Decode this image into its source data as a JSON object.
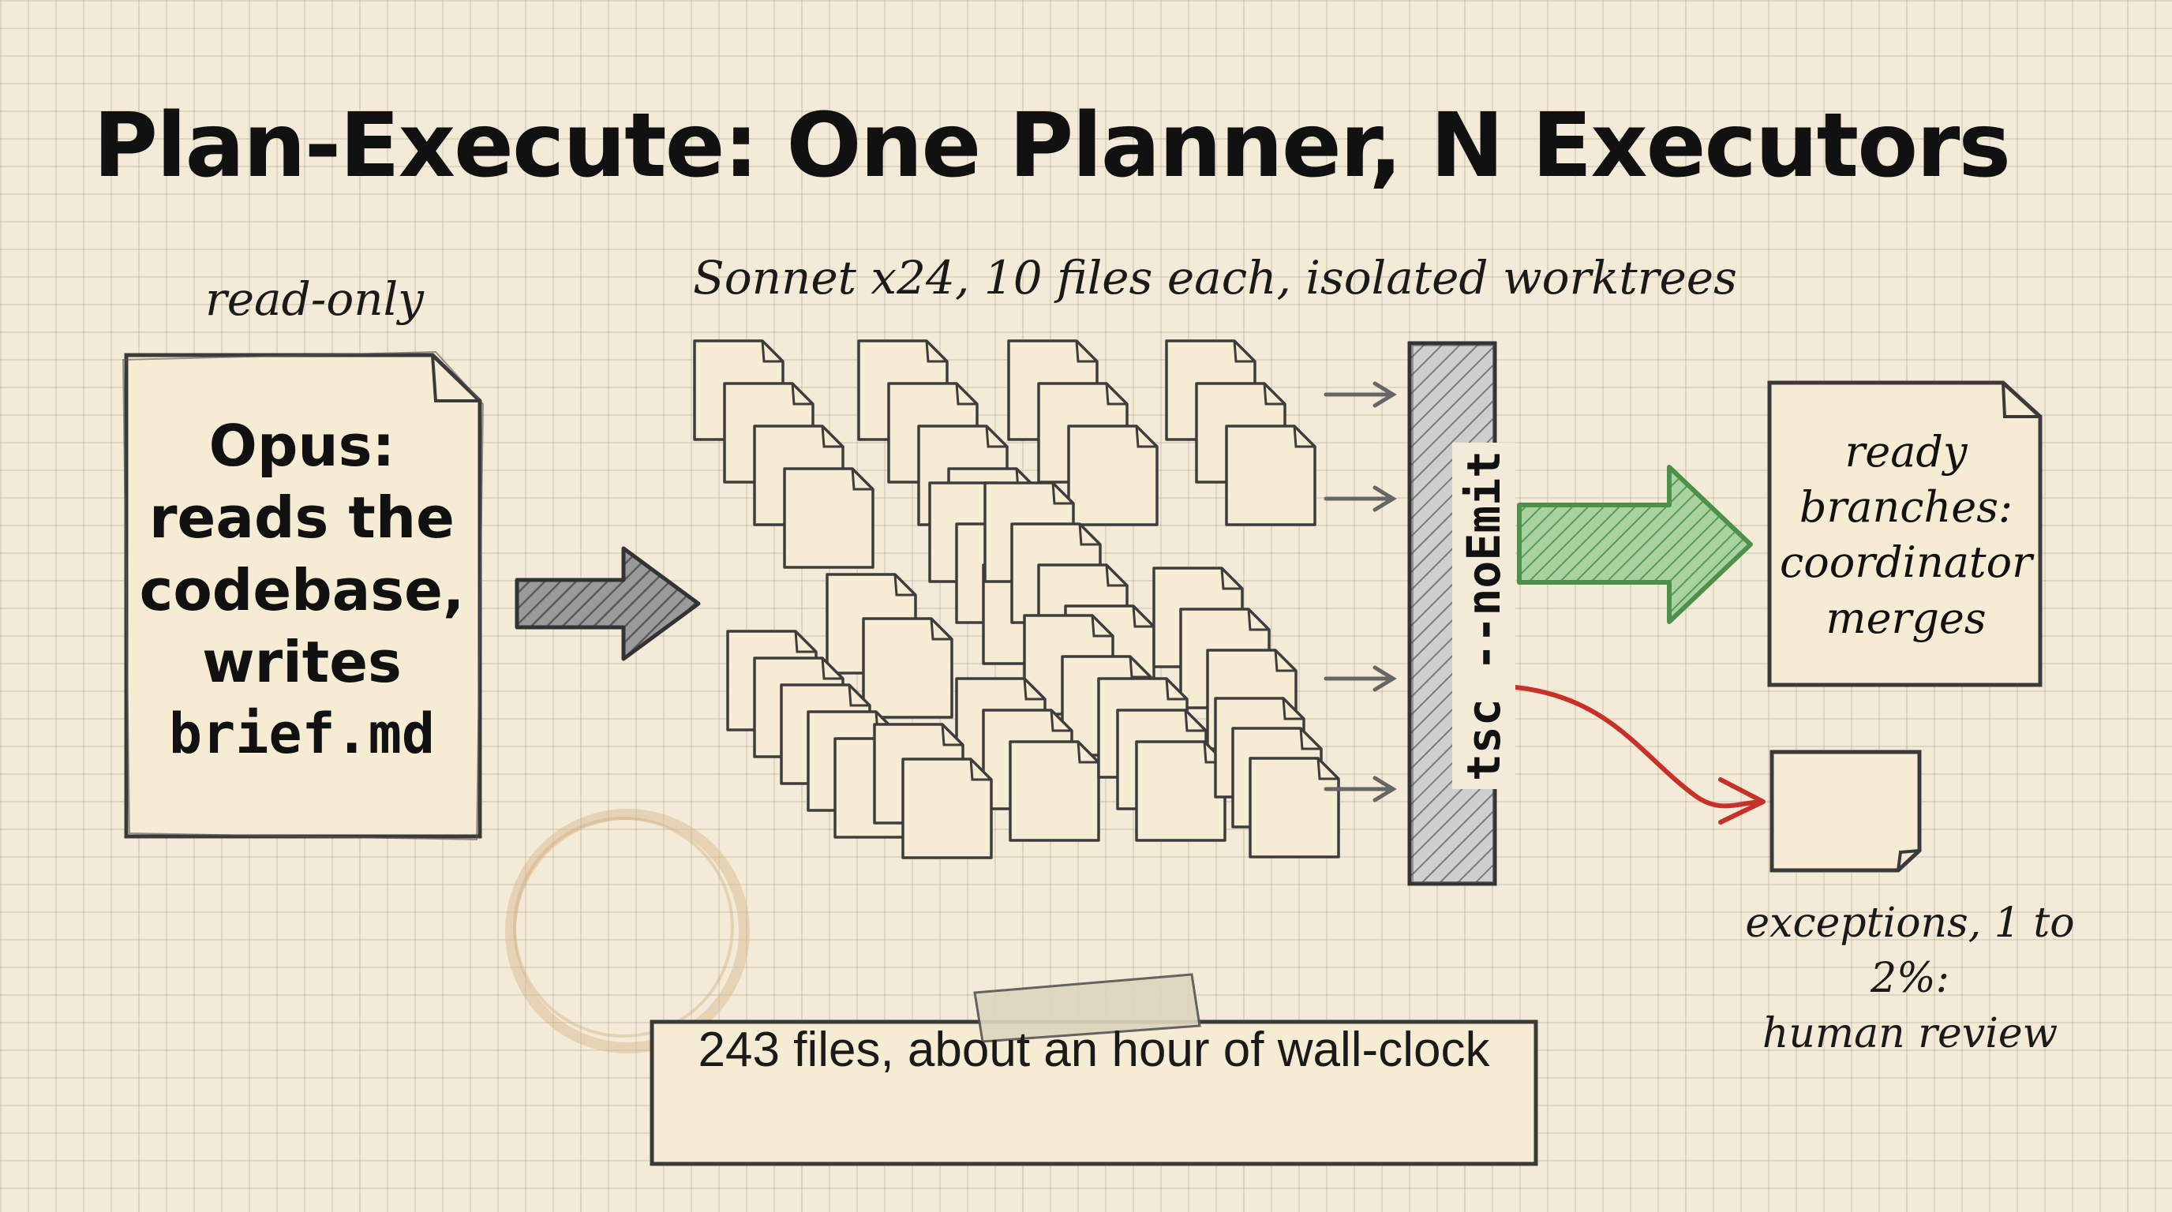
{
  "title": "Plan-Execute: One Planner, N Executors",
  "planner": {
    "label": "read-only",
    "line1": "Opus:",
    "line2": "reads the",
    "line3": "codebase,",
    "line4": "writes",
    "file": "brief.md"
  },
  "executors": {
    "label": "Sonnet x24, 10 files each, isolated worktrees"
  },
  "gate": {
    "label": "tsc --noEmit"
  },
  "ready": {
    "line1": "ready",
    "line2": "branches:",
    "line3": "coordinator",
    "line4": "merges"
  },
  "exceptions": {
    "line1": "exceptions, 1 to 2%:",
    "line2": "human review"
  },
  "summary": {
    "text": "243 files, about an hour of wall-clock"
  },
  "colors": {
    "background": "#f3ead7",
    "paper": "#f6ecd4",
    "ink": "#333333",
    "green_arrow": "#5aa05a",
    "red_arrow": "#c8302a",
    "gray_arrow": "#7d7d7d"
  }
}
